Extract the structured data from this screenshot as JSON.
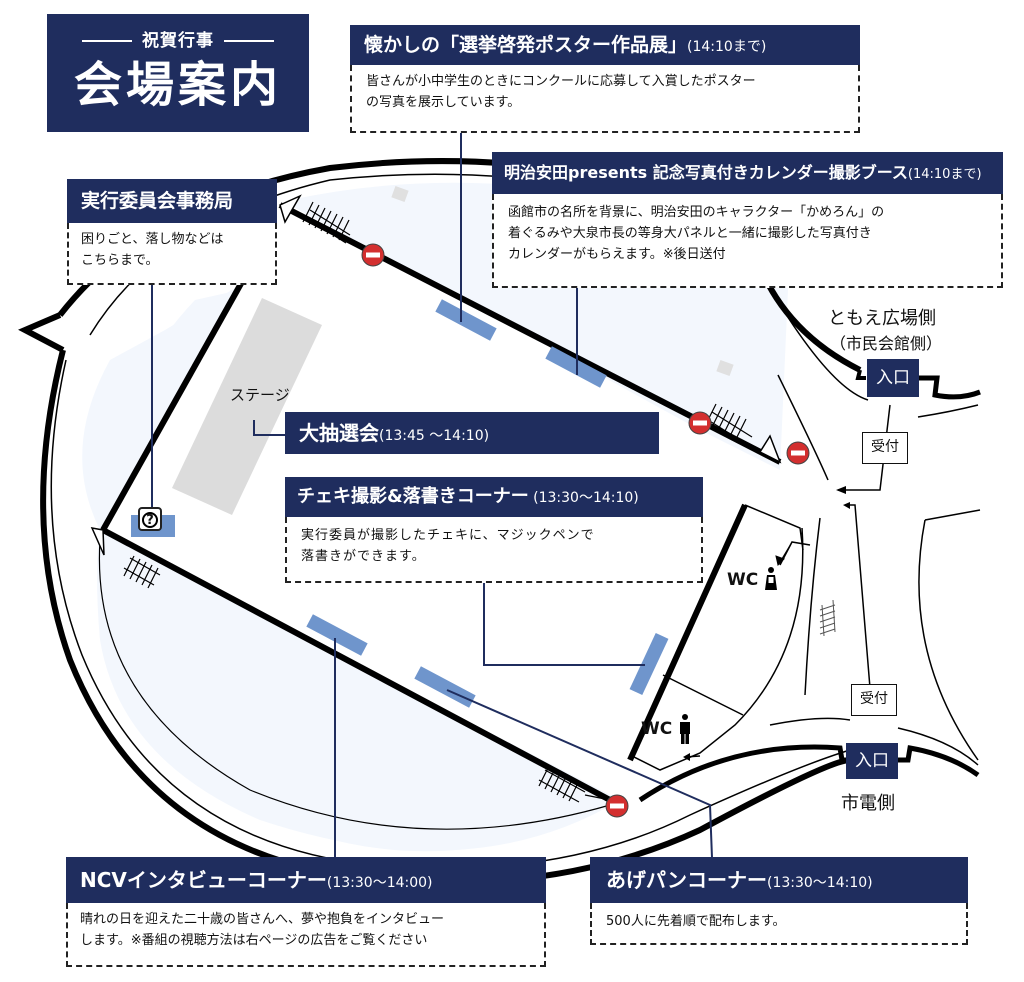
{
  "title": {
    "subtitle": "祝賀行事",
    "main": "会場案内"
  },
  "colors": {
    "navy": "#1f2d5e",
    "booth_blue": "#6f95cc",
    "floor": "#f3f7fd",
    "stage_gray": "#dcdcdc",
    "no_entry_red": "#d32f2f"
  },
  "events": [
    {
      "id": "poster",
      "title": "懐かしの「選挙啓発ポスター作品展」",
      "time": "(14:10まで)",
      "body": [
        "皆さんが小中学生のときにコンクールに応募して入賞したポスター",
        "の写真を展示しています。"
      ]
    },
    {
      "id": "calendar",
      "title": "明治安田presents 記念写真付きカレンダー撮影ブース",
      "time": "(14:10まで)",
      "body": [
        "函館市の名所を背景に、明治安田のキャラクター「かめろん」の",
        "着ぐるみや大泉市長の等身大パネルと一緒に撮影した写真付き",
        "カレンダーがもらえます。※後日送付"
      ]
    },
    {
      "id": "office",
      "title": "実行委員会事務局",
      "time": "",
      "body": [
        "困りごと、落し物などは",
        "こちらまで。"
      ]
    },
    {
      "id": "lottery",
      "title": "大抽選会",
      "time": "(13:45 ～14:10)",
      "body": []
    },
    {
      "id": "cheki",
      "title": "チェキ撮影&落書きコーナー",
      "time": " (13:30～14:10)",
      "body": [
        "実行委員が撮影したチェキに、マジックペンで",
        "落書きができます。"
      ]
    },
    {
      "id": "ncv",
      "title": "NCVインタビューコーナー",
      "time": "(13:30～14:00)",
      "body": [
        "晴れの日を迎えた二十歳の皆さんへ、夢や抱負をインタビュー",
        "します。※番組の視聴方法は右ページの広告をご覧ください"
      ]
    },
    {
      "id": "agepan",
      "title": "あげパンコーナー",
      "time": "(13:30～14:10)",
      "body": [
        "500人に先着順で配布します。"
      ]
    }
  ],
  "map_labels": {
    "stage": "ステージ",
    "tomoe_side": "ともえ広場側",
    "civic_hall_side": "（市民会館側）",
    "streetcar_side": "市電側",
    "entrance": "入口",
    "reception": "受付",
    "wc": "WC",
    "info_icon": "?"
  }
}
